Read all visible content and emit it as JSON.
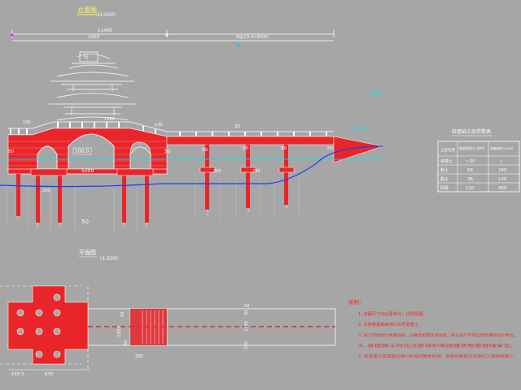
{
  "elevation": {
    "title": "立面图",
    "scale": "(1:500)",
    "dim_total": "11400",
    "dim_left": "3200",
    "dim_right": "8@10.3=8240",
    "ann_mark": "5|",
    "pier_labels": [
      "50",
      "50",
      "50",
      "50",
      "50",
      "50"
    ],
    "pile_mark": "50",
    "label_bridge": "100.0",
    "label_width": "5000",
    "label_top": "25",
    "label_dims": [
      "130",
      "130",
      "1950",
      "250",
      "250",
      "250"
    ],
    "water_label": "设计水位",
    "ground_note": "地面线"
  },
  "plan": {
    "title": "平面图",
    "scale": "(1:500)",
    "dim_left": "515.5",
    "dim_mid": "630",
    "width_dim": "1250",
    "v_labels": [
      "50",
      "50",
      "50",
      "250",
      "250"
    ],
    "dim_center": "1350",
    "mark": "50"
  },
  "table": {
    "title": "桩基础土层参数表",
    "headers": [
      "土层名称",
      "极限侧阻力 (KPa)",
      "地基承载力 [kPa]"
    ],
    "rows": [
      [
        "杂填土",
        "~20",
        "/"
      ],
      [
        "粉土",
        "56",
        "240"
      ],
      [
        "黏土",
        "36",
        "140"
      ],
      [
        "砂砾",
        "110",
        "450"
      ]
    ]
  },
  "notes": {
    "heading": "说明：",
    "items": [
      "1. 本图尺寸均以厘米计，比例见图。",
      "2. 本桥桩基础采用C35号混凝土。",
      "3. 施工前须进行地质钻探，以确定桩基实际长度，如与设计不符应及时通知设计单位。",
      "4. 基础施工时应注意保护周围建筑物及管线安全。",
      "5. 桩基施工完成后应进行桩身完整性检测，检测合格后方可进行上部结构施工。"
    ]
  }
}
